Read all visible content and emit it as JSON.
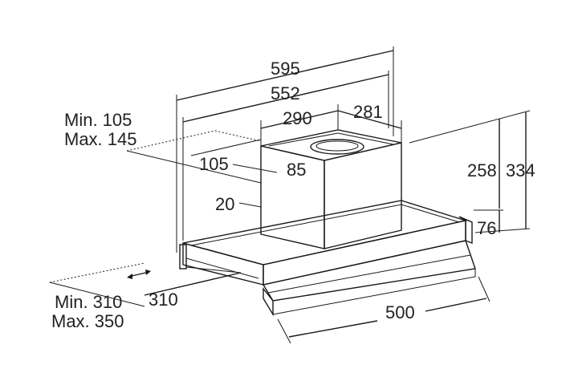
{
  "dimensions": {
    "d595": "595",
    "d552": "552",
    "d290": "290",
    "d281": "281",
    "d_min105": "Min. 105",
    "d_max145": "Max. 145",
    "d105": "105",
    "d85": "85",
    "d20": "20",
    "d258": "258",
    "d334": "334",
    "d76": "76",
    "d_min310": "Min. 310",
    "d_max350": "Max. 350",
    "d310": "310",
    "d500": "500"
  },
  "colors": {
    "line": "#1a1a1a",
    "chimney_front": "#c4c4c4",
    "chimney_side": "#a9a9a9",
    "chimney_top": "#d9d9d9",
    "vent": "#9e9e9e",
    "panel": "#cfcfcf",
    "drawer": "#dcdcdc"
  }
}
